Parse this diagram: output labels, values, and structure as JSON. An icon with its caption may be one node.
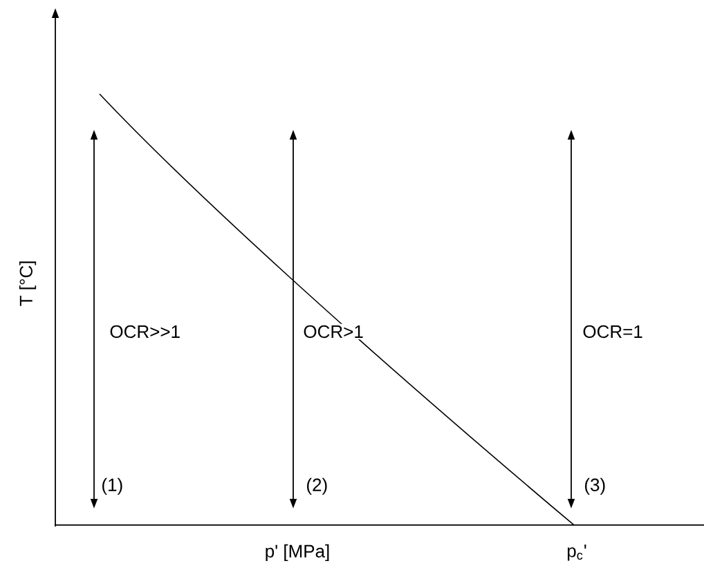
{
  "diagram": {
    "labels": [
      "T [°C]",
      "OCR>>1",
      "OCR>1",
      "OCR=1",
      "(1)",
      "(2)",
      "(3)",
      "p' [MPa]",
      "p$_{c}$'"
    ]
  }
}
